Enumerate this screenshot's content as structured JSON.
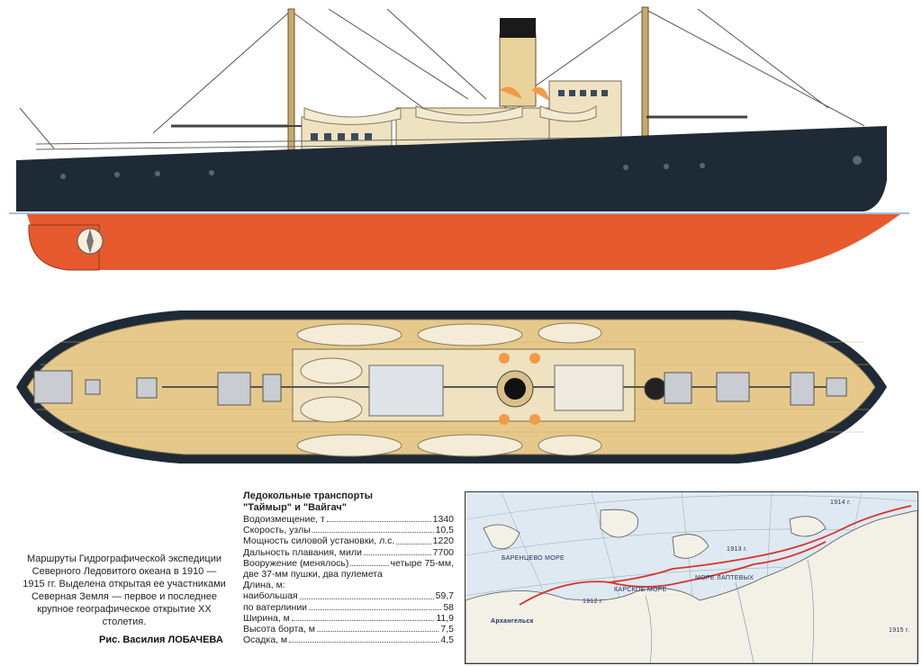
{
  "caption": {
    "text": "Маршруты Гидрографической экспедиции Северного Ледовитого океана в 1910 — 1915 гг. Выделена открытая ее участниками Северная Земля — первое и последнее крупное географическое открытие XX столетия.",
    "credit": "Рис. Василия ЛОБАЧЕВА"
  },
  "specs": {
    "title_line1": "Ледокольные транспорты",
    "title_line2": "\"Таймыр\" и \"Вайгач\"",
    "rows": [
      {
        "label": "Водоизмещение, т",
        "value": "1340"
      },
      {
        "label": "Скорость, узлы",
        "value": "10,5"
      },
      {
        "label": "Мощность силовой установки, л.с.",
        "value": "1220"
      },
      {
        "label": "Дальность плавания, мили",
        "value": "7700"
      },
      {
        "label": "Вооружение (менялось)",
        "value": "четыре 75-мм,"
      },
      {
        "label": "две 37-мм пушки, два пулемета",
        "value": ""
      },
      {
        "label": "Длина, м:",
        "value": ""
      },
      {
        "label": "наибольшая",
        "value": "59,7"
      },
      {
        "label": "по ватерлинии",
        "value": "58"
      },
      {
        "label": "Ширина, м",
        "value": "11,9"
      },
      {
        "label": "Высота борта, м",
        "value": "7,5"
      },
      {
        "label": "Осадка, м",
        "value": "4,5"
      }
    ]
  },
  "map": {
    "labels": {
      "barents": "БАРЕНЦЕВО МОРЕ",
      "kara": "КАРСКОЕ МОРЕ",
      "laptev": "МОРЕ ЛАПТЕВЫХ",
      "arkhangelsk": "Архангельск",
      "year1914": "1914 г.",
      "year1913": "1913 г.",
      "year1915": "1915 г.",
      "year1912": "1912 г."
    },
    "route_color": "#d8322a"
  },
  "colors": {
    "hull_black": "#1e2a35",
    "hull_red": "#e65a2e",
    "deck": "#e6c98a",
    "superstructure": "#efe2c0"
  }
}
